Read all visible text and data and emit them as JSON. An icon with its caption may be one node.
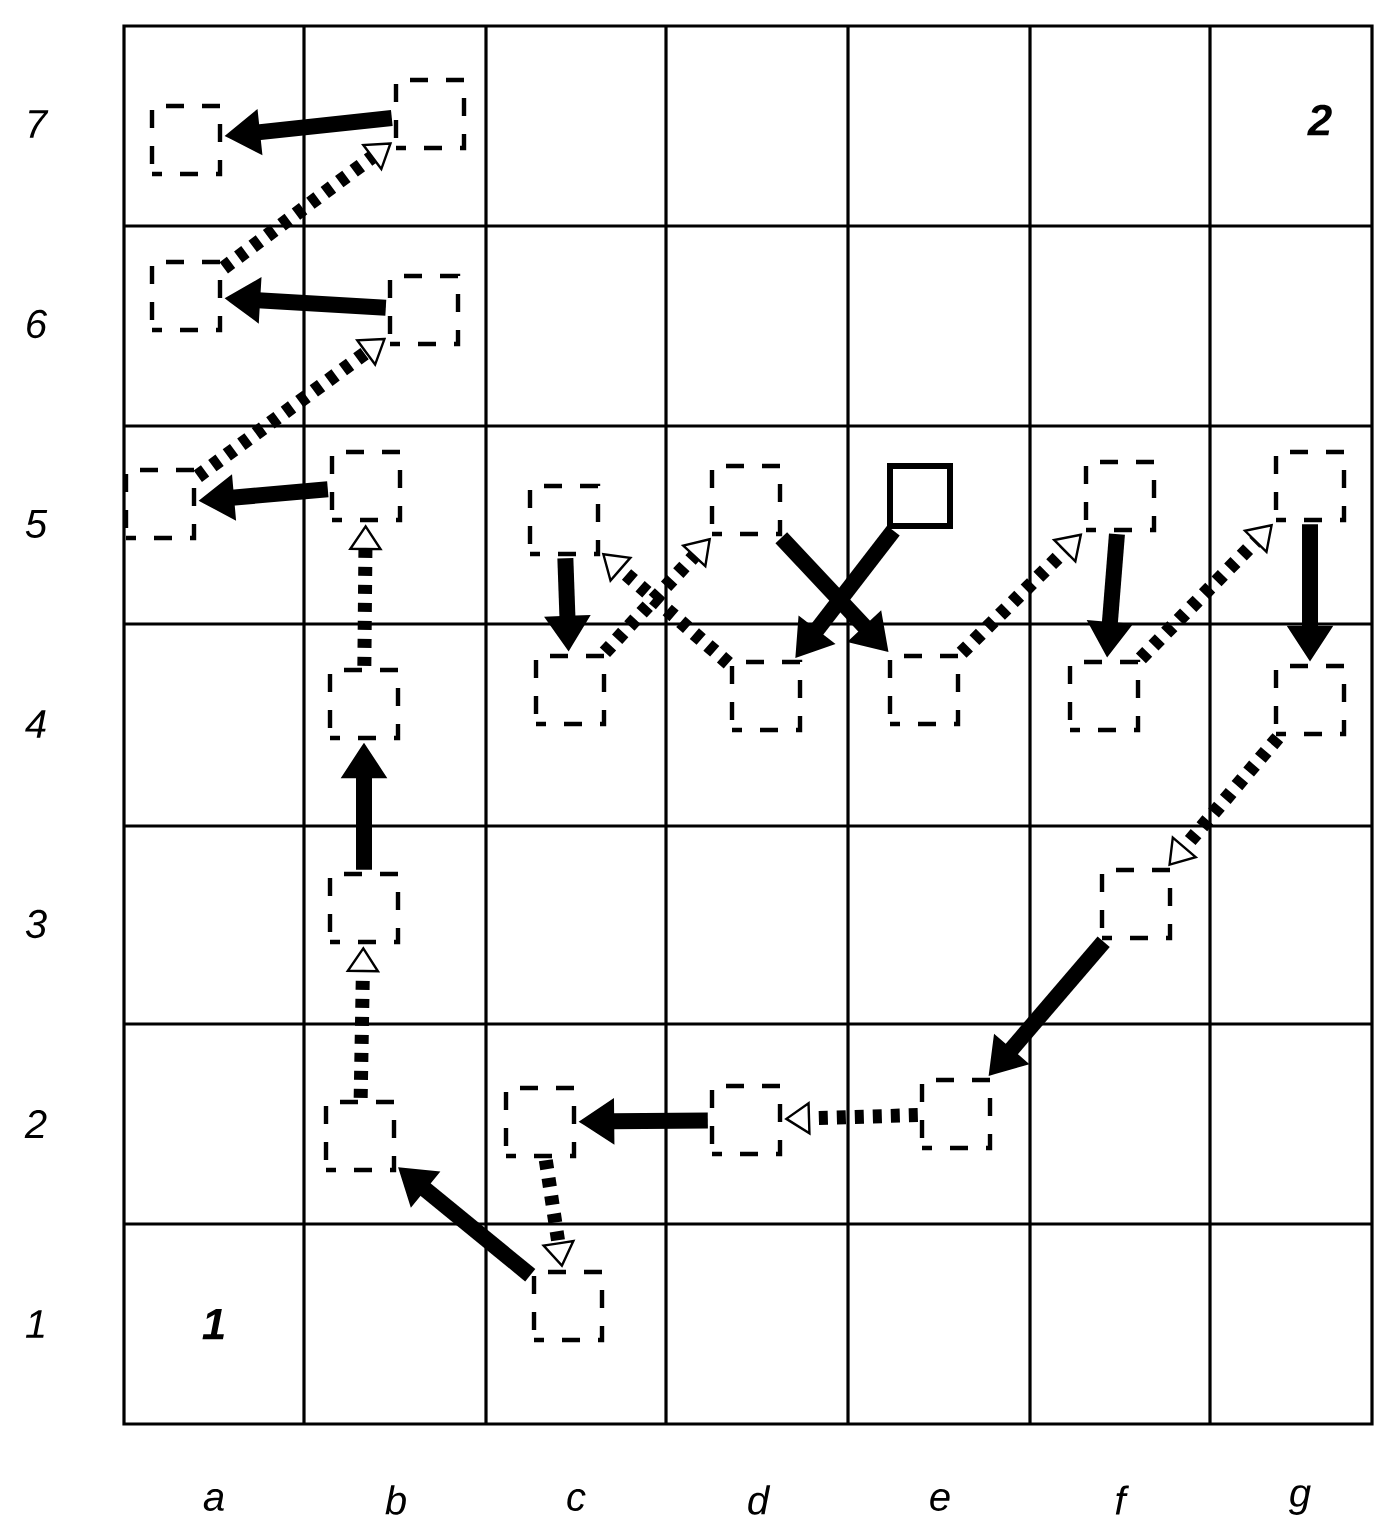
{
  "diagram": {
    "nodes": [
      {
        "text": [],
        "shape": "box"
      },
      {
        "text": [],
        "shape": "box"
      },
      {
        "text": [],
        "shape": "box"
      },
      {
        "text": [],
        "shape": "box"
      },
      {
        "text": [],
        "shape": "box"
      },
      {
        "text": [],
        "shape": "box"
      },
      {
        "text": [],
        "shape": "box"
      },
      {
        "text": [],
        "shape": "box"
      },
      {
        "text": [],
        "shape": "square"
      },
      {
        "text": [],
        "shape": "box"
      },
      {
        "text": [],
        "shape": "box"
      },
      {
        "text": [],
        "shape": "box"
      },
      {
        "text": [],
        "shape": "box"
      },
      {
        "text": [],
        "shape": "box"
      },
      {
        "text": [],
        "shape": "box"
      },
      {
        "text": [],
        "shape": "box"
      },
      {
        "text": [],
        "shape": "box"
      },
      {
        "text": [],
        "shape": "box"
      },
      {
        "text": [],
        "shape": "box"
      },
      {
        "text": [],
        "shape": "box"
      },
      {
        "text": [],
        "shape": "box"
      },
      {
        "text": [],
        "shape": "box"
      },
      {
        "text": [],
        "shape": "box"
      },
      {
        "text": [],
        "shape": "box"
      }
    ],
    "edges": [
      {
        "from": 1,
        "to": 0,
        "arrow": "to"
      },
      {
        "from": 2,
        "to": 1,
        "arrow": "to",
        "style": "dashed"
      },
      {
        "from": 3,
        "to": 2,
        "arrow": "to"
      },
      {
        "from": 4,
        "to": 3,
        "arrow": "to",
        "style": "dashed"
      },
      {
        "from": 5,
        "to": 4,
        "arrow": "to"
      },
      {
        "from": 11,
        "to": 5,
        "arrow": "to",
        "style": "dashed"
      },
      {
        "from": 17,
        "to": 11,
        "arrow": "to"
      },
      {
        "from": 19,
        "to": 17,
        "arrow": "to",
        "style": "dashed"
      },
      {
        "from": 23,
        "to": 19,
        "arrow": "to"
      },
      {
        "from": 20,
        "to": 23,
        "arrow": "to",
        "style": "dashed"
      },
      {
        "from": 21,
        "to": 20,
        "arrow": "to"
      },
      {
        "from": 22,
        "to": 21,
        "arrow": "to",
        "style": "dashed"
      },
      {
        "from": 18,
        "to": 22,
        "arrow": "to"
      },
      {
        "from": 16,
        "to": 18,
        "arrow": "to",
        "style": "dashed"
      },
      {
        "from": 6,
        "to": 12,
        "arrow": "to"
      },
      {
        "from": 12,
        "to": 7,
        "arrow": "to",
        "style": "dashed"
      },
      {
        "from": 13,
        "to": 6,
        "arrow": "to",
        "style": "dashed"
      },
      {
        "from": 8,
        "to": 13,
        "arrow": "to"
      },
      {
        "from": 7,
        "to": 14,
        "arrow": "to"
      },
      {
        "from": 14,
        "to": 9,
        "arrow": "to",
        "style": "dashed"
      },
      {
        "from": 9,
        "to": 15,
        "arrow": "to"
      },
      {
        "from": 15,
        "to": 10,
        "arrow": "to",
        "style": "dashed"
      },
      {
        "from": 10,
        "to": 16,
        "arrow": "to"
      }
    ],
    "labels": [
      "7",
      "2",
      "6",
      "5",
      "4",
      "3",
      "2",
      "1",
      "1",
      "a",
      "b",
      "c",
      "d",
      "e",
      "f",
      "g"
    ]
  }
}
